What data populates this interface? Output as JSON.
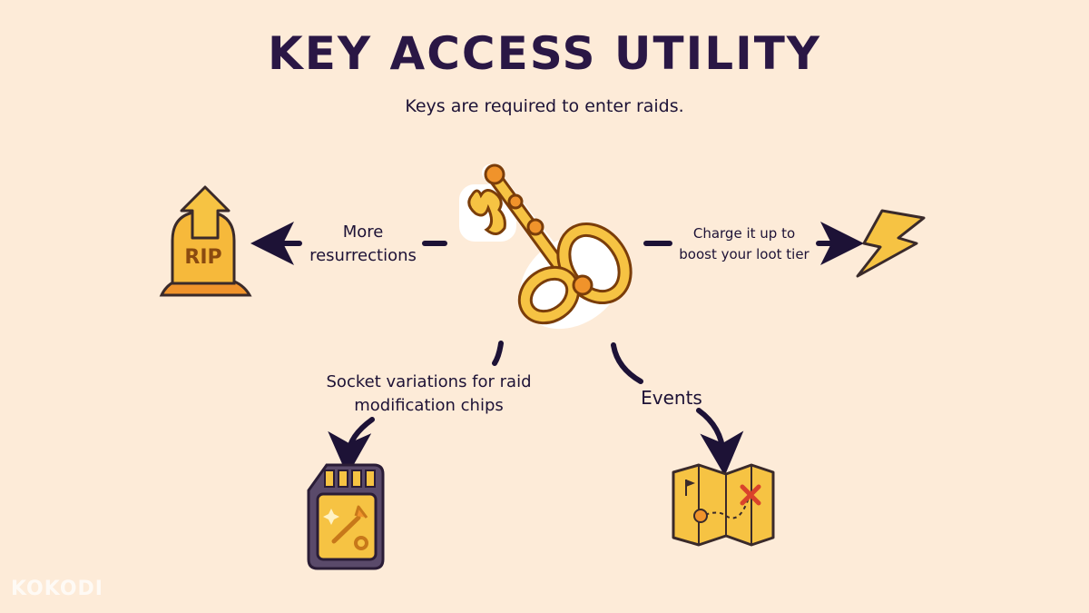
{
  "title": "KEY ACCESS UTILITY",
  "subtitle": "Keys are required to enter raids.",
  "nodes": {
    "resurrect": {
      "lines": [
        "More",
        "resurrections"
      ]
    },
    "charge": {
      "lines": [
        "Charge it up to",
        "boost your loot tier"
      ]
    },
    "socket": {
      "lines": [
        "Socket variations for raid",
        "modification chips"
      ]
    },
    "events": {
      "lines": [
        "Events"
      ]
    }
  },
  "tombstone_text": "RIP",
  "watermark": "KOKODI",
  "colors": {
    "background": "#fdebd8",
    "title": "#2a1745",
    "gold": "#f6c343",
    "orange": "#f0932b",
    "outline": "#3a2a2a"
  }
}
